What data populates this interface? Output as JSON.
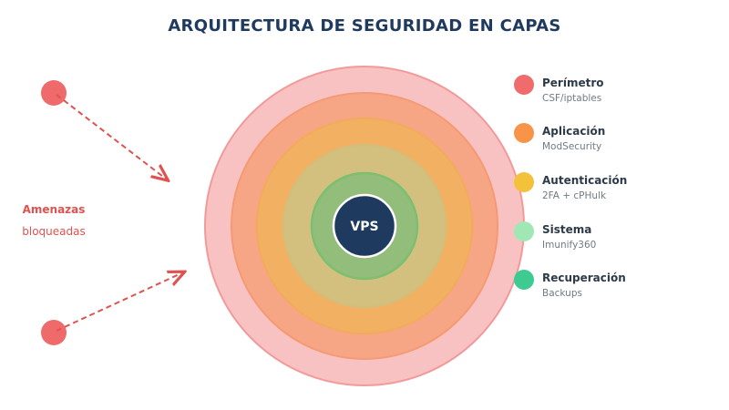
{
  "title": "ARQUITECTURA DE SEGURIDAD EN CAPAS",
  "core": {
    "label": "VPS",
    "color": "#1e3a5f"
  },
  "threats": {
    "line1": "Amenazas",
    "line2": "bloqueadas",
    "color": "#ef6b6b"
  },
  "layers": [
    {
      "name": "Perímetro",
      "tool": "CSF/iptables",
      "color": "#f06b6b",
      "ring_color": "#f8b7b7"
    },
    {
      "name": "Aplicación",
      "tool": "ModSecurity",
      "color": "#f79447",
      "ring_color": "#f5a27e"
    },
    {
      "name": "Autenticación",
      "tool": "2FA + cPHulk",
      "color": "#f3c13a",
      "ring_color": "#f2b162"
    },
    {
      "name": "Sistema",
      "tool": "Imunify360",
      "color": "#9fe8b5",
      "ring_color": "#d3c07e"
    },
    {
      "name": "Recuperación",
      "tool": "Backups",
      "color": "#3ecb92",
      "ring_color": "#92bd7a"
    }
  ]
}
